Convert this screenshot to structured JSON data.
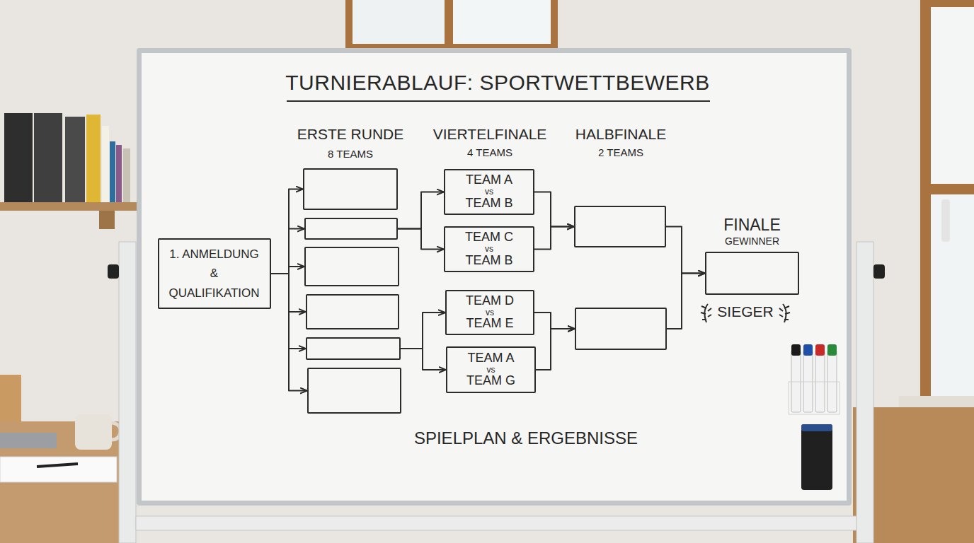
{
  "diagram": {
    "title": "TURNIERABLAUF: SPORTWETTBEWERB",
    "nodes": [
      {
        "text": [
          "1. ANMELDUNG & QUALIFIKATION"
        ]
      },
      {
        "text": []
      },
      {
        "text": []
      },
      {
        "text": []
      },
      {
        "text": []
      },
      {
        "text": []
      },
      {
        "text": []
      },
      {
        "text": [
          "TEAM A",
          "vs",
          "TEAM B"
        ]
      },
      {
        "text": [
          "TEAM C",
          "vs",
          "TEAM B"
        ]
      },
      {
        "text": [
          "TEAM D",
          "vs",
          "TEAM E"
        ]
      },
      {
        "text": [
          "TEAM A",
          "vs",
          "TEAM G"
        ]
      },
      {
        "text": []
      },
      {
        "text": []
      },
      {
        "text": [
          "FINALE",
          "GEWINNER"
        ]
      }
    ],
    "edges": [
      {
        "from": 0,
        "to": 1,
        "arrow": "to"
      },
      {
        "from": 0,
        "to": 2,
        "arrow": "to"
      },
      {
        "from": 0,
        "to": 3,
        "arrow": "to"
      },
      {
        "from": 0,
        "to": 4,
        "arrow": "to"
      },
      {
        "from": 0,
        "to": 5,
        "arrow": "to"
      },
      {
        "from": 0,
        "to": 6,
        "arrow": "to"
      },
      {
        "from": 2,
        "to": 7,
        "arrow": "to"
      },
      {
        "from": 2,
        "to": 8,
        "arrow": "to"
      },
      {
        "from": 5,
        "to": 9,
        "arrow": "to"
      },
      {
        "from": 5,
        "to": 10,
        "arrow": "to"
      },
      {
        "from": 7,
        "to": 11,
        "arrow": "to"
      },
      {
        "from": 8,
        "to": 11,
        "arrow": "to"
      },
      {
        "from": 9,
        "to": 12,
        "arrow": "to"
      },
      {
        "from": 10,
        "to": 12,
        "arrow": "to"
      },
      {
        "from": 11,
        "to": 13,
        "arrow": "to"
      },
      {
        "from": 12,
        "to": 13,
        "arrow": "to"
      }
    ],
    "labels": [
      "ERSTE RUNDE",
      "8 TEAMS",
      "VIERTELFINALE",
      "4 TEAMS",
      "HALBFINALE",
      "2 TEAMS",
      "SIEGER",
      "SPIELPLAN & ERGEBNISSE"
    ]
  }
}
